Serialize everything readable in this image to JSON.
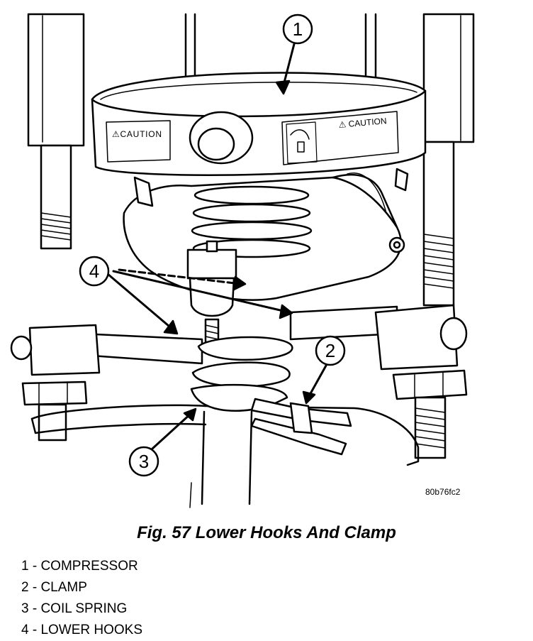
{
  "figure": {
    "callouts": [
      "1",
      "2",
      "3",
      "4"
    ],
    "caution_left": "⚠CAUTION",
    "caution_right": "⚠ CAUTION",
    "image_code": "80b76fc2"
  },
  "caption": "Fig. 57 Lower Hooks And Clamp",
  "legend": [
    "1 - COMPRESSOR",
    "2 - CLAMP",
    "3 - COIL SPRING",
    "4 - LOWER HOOKS"
  ]
}
